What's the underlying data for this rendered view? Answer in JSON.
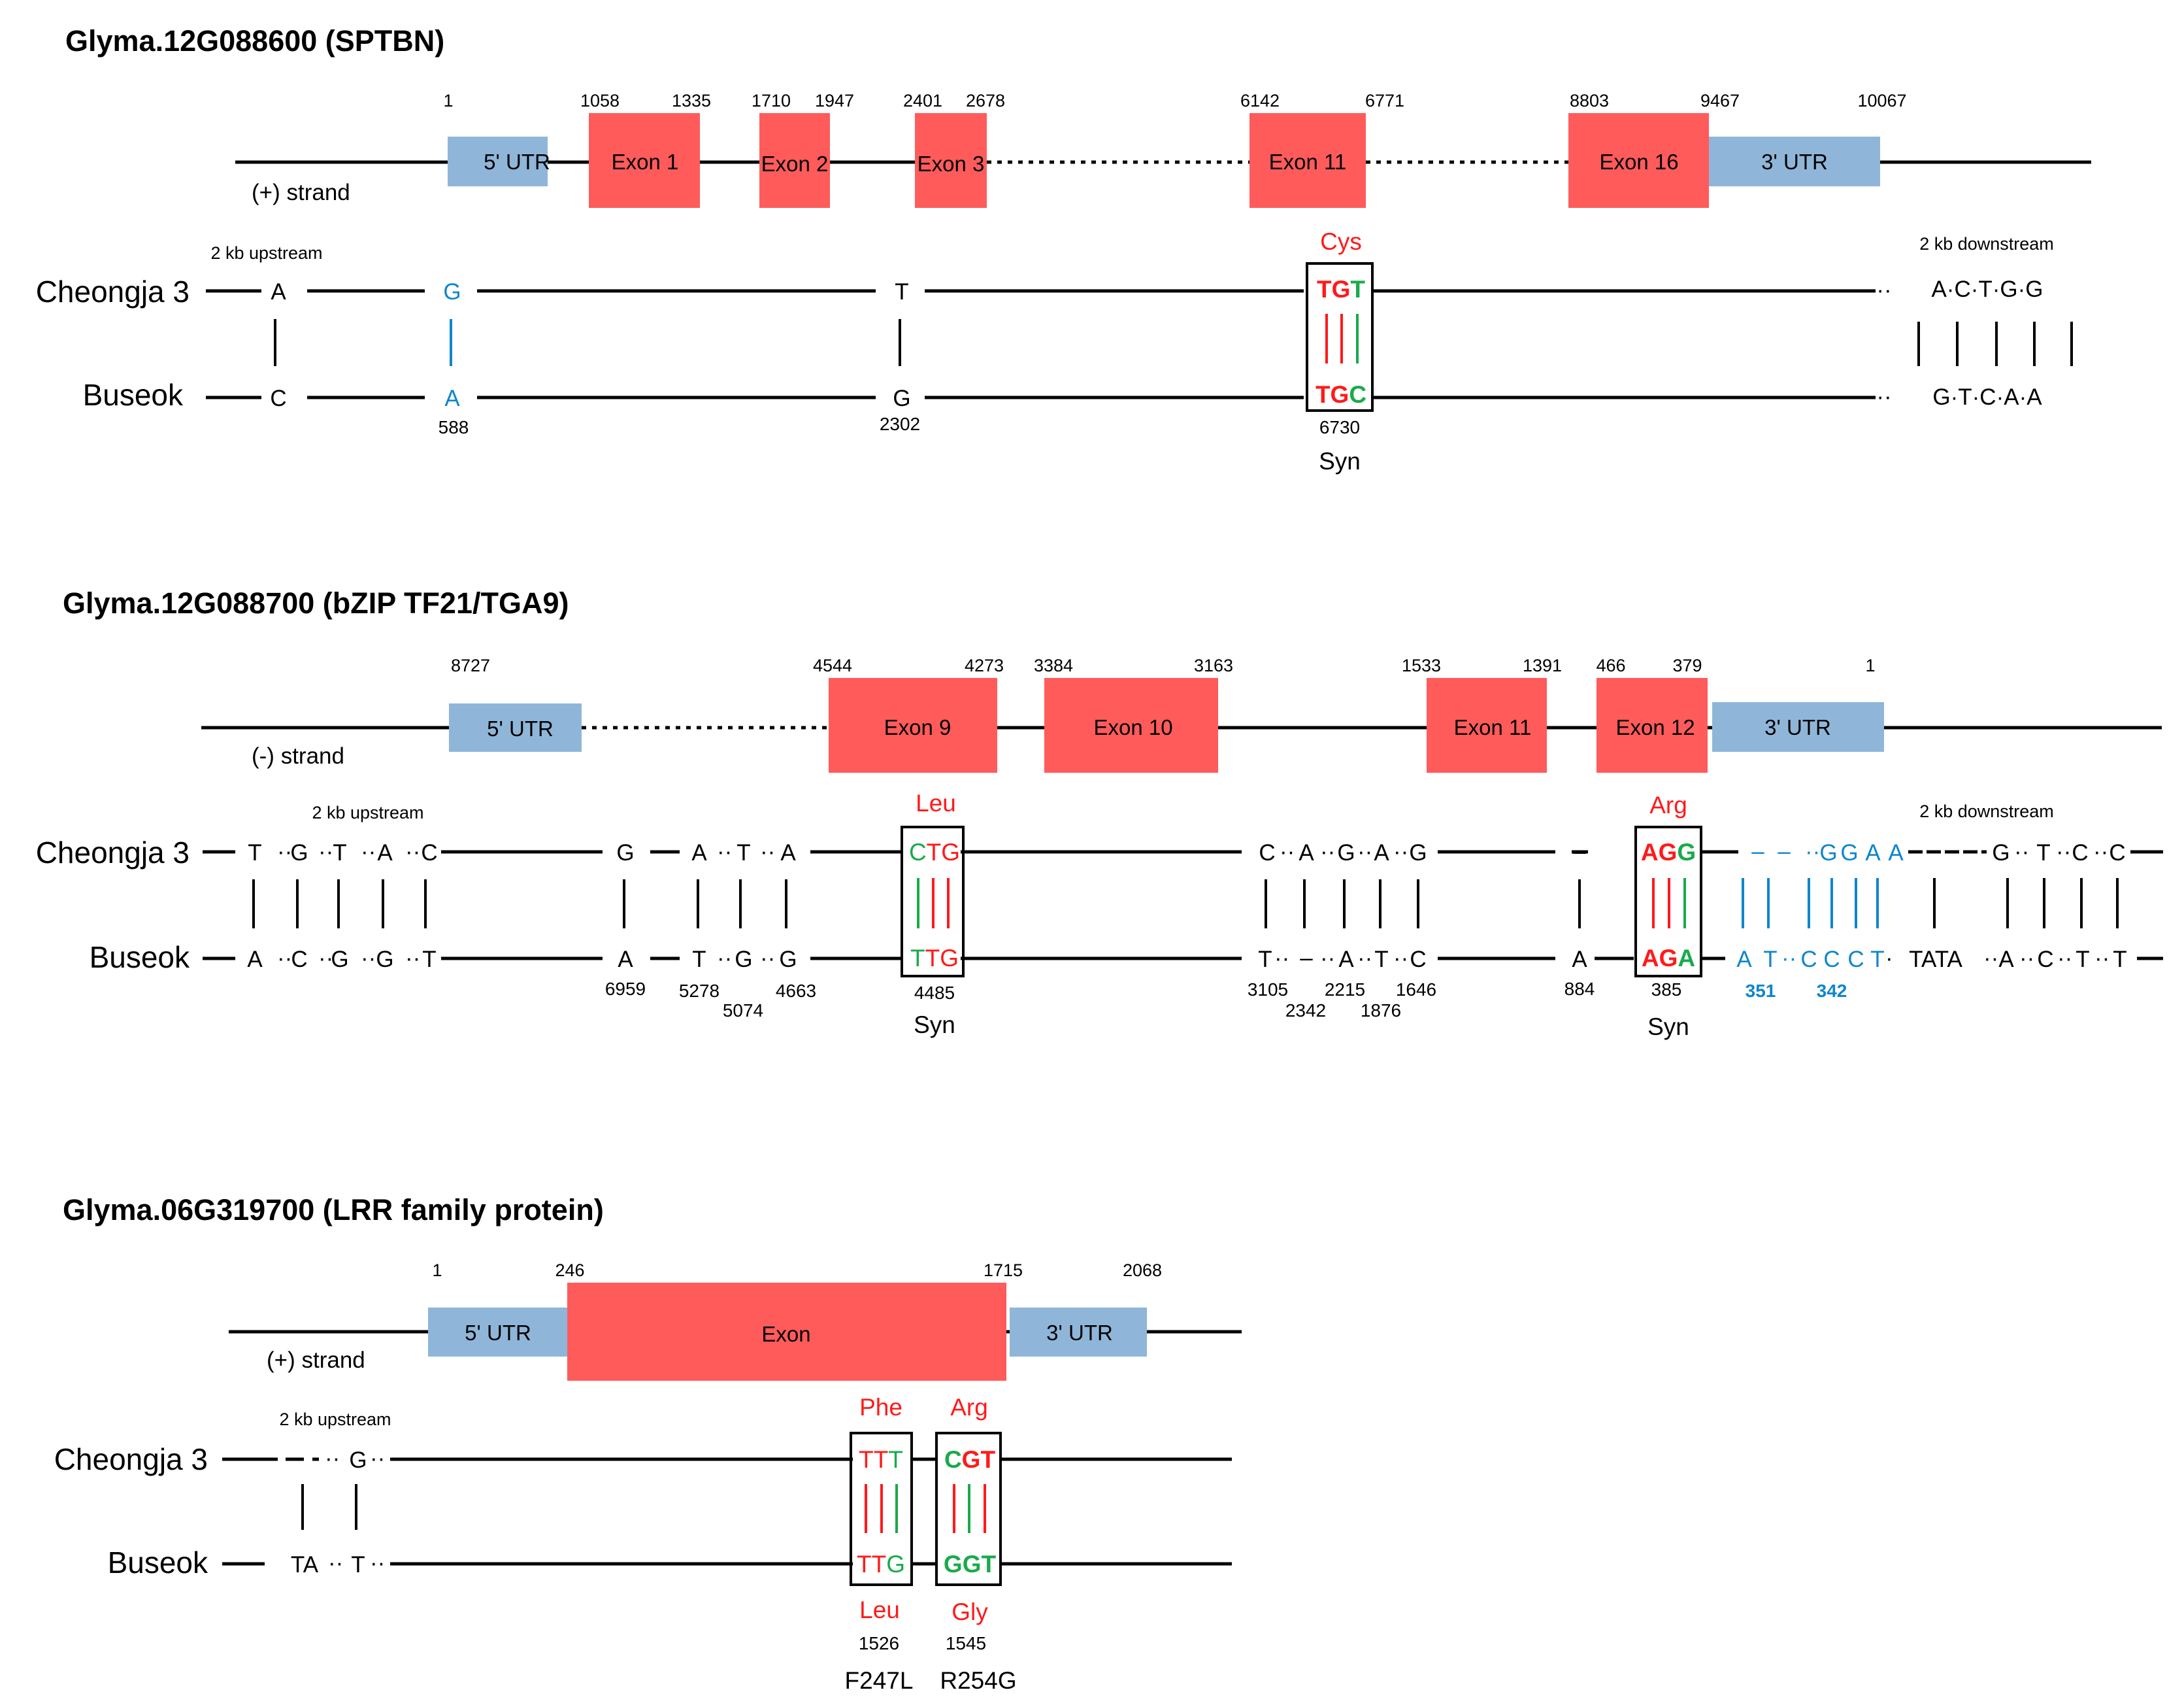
{
  "colors": {
    "exon": "#ff5b5b",
    "utr": "#8fb6d8",
    "red": "#ff1a1a",
    "green": "#1aaa4b",
    "blue": "#0f86cc",
    "black": "#000000"
  },
  "panels": [
    {
      "title": "Glyma.12G088600 (SPTBN)",
      "strand": "(+) strand",
      "upstream_label": "2 kb upstream",
      "downstream_label": "2 kb downstream",
      "positions": [
        "1",
        "1058",
        "1335",
        "1710",
        "1947",
        "2401",
        "2678",
        "6142",
        "6771",
        "8803",
        "9467",
        "10067"
      ],
      "features": [
        {
          "type": "utr",
          "label": "5' UTR"
        },
        {
          "type": "exon",
          "label": "Exon 1"
        },
        {
          "type": "exon",
          "label": "Exon 2"
        },
        {
          "type": "exon",
          "label": "Exon 3"
        },
        {
          "type": "exon",
          "label": "Exon 11"
        },
        {
          "type": "exon",
          "label": "Exon 16"
        },
        {
          "type": "utr",
          "label": "3' UTR"
        }
      ],
      "varieties": [
        "Cheongja 3",
        "Buseok"
      ],
      "variants": [
        {
          "top": "A",
          "bottom": "C",
          "pos": ""
        },
        {
          "top": "G",
          "bottom": "A",
          "pos": "588"
        },
        {
          "top": "T",
          "bottom": "G",
          "pos": "2302"
        },
        {
          "top": "A·C·T·G·G",
          "bottom": "G·T·C·A·A",
          "pos": ""
        }
      ],
      "codons": [
        {
          "aa_top": "Cys",
          "top": [
            "T",
            "G",
            "T"
          ],
          "bottom": [
            "T",
            "G",
            "C"
          ],
          "pos": "6730",
          "effect": "Syn"
        }
      ]
    },
    {
      "title": "Glyma.12G088700 (bZIP TF21/TGA9)",
      "strand": "(-) strand",
      "upstream_label": "2 kb upstream",
      "downstream_label": "2 kb downstream",
      "positions": [
        "8727",
        "4544",
        "4273",
        "3384",
        "3163",
        "1533",
        "1391",
        "466",
        "379",
        "1"
      ],
      "features": [
        {
          "type": "utr",
          "label": "5' UTR"
        },
        {
          "type": "exon",
          "label": "Exon 9"
        },
        {
          "type": "exon",
          "label": "Exon 10"
        },
        {
          "type": "exon",
          "label": "Exon 11"
        },
        {
          "type": "exon",
          "label": "Exon 12"
        },
        {
          "type": "utr",
          "label": "3' UTR"
        }
      ],
      "varieties": [
        "Cheongja 3",
        "Buseok"
      ],
      "upstream_top": [
        "T",
        "G",
        "T",
        "A",
        "C"
      ],
      "upstream_bottom": [
        "A",
        "C",
        "G",
        "G",
        "T"
      ],
      "variants": [
        {
          "top": "G",
          "bottom": "A",
          "pos": "6959"
        },
        {
          "top": "A",
          "bottom": "T",
          "pos": "5278"
        },
        {
          "top": "T",
          "bottom": "G",
          "pos": "5074"
        },
        {
          "top": "A",
          "bottom": "G",
          "pos": "4663"
        },
        {
          "top": "C",
          "bottom": "T",
          "pos": "3105"
        },
        {
          "top": "A",
          "bottom": "–",
          "pos": "2342"
        },
        {
          "top": "G",
          "bottom": "A",
          "pos": "2215"
        },
        {
          "top": "A",
          "bottom": "T",
          "pos": "1876"
        },
        {
          "top": "G",
          "bottom": "C",
          "pos": "1646"
        },
        {
          "top": "–",
          "bottom": "A",
          "pos": "884"
        }
      ],
      "blue_top": [
        "–",
        "–",
        "G",
        "G",
        "A",
        "A"
      ],
      "blue_bottom": [
        "A",
        "T",
        "C",
        "C",
        "C",
        "T"
      ],
      "blue_pos": [
        "351",
        "342"
      ],
      "downstream_top": [
        "G",
        "T",
        "C",
        "C"
      ],
      "downstream_bottom": [
        "A",
        "C",
        "T",
        "T"
      ],
      "tata": "TATA",
      "codons": [
        {
          "aa_top": "Leu",
          "top": [
            "C",
            "T",
            "G"
          ],
          "bottom": [
            "T",
            "T",
            "G"
          ],
          "pos": "4485",
          "effect": "Syn"
        },
        {
          "aa_top": "Arg",
          "top": [
            "A",
            "G",
            "G"
          ],
          "bottom": [
            "A",
            "G",
            "A"
          ],
          "pos": "385",
          "effect": "Syn"
        }
      ]
    },
    {
      "title": "Glyma.06G319700 (LRR family protein)",
      "strand": "(+) strand",
      "upstream_label": "2 kb upstream",
      "positions": [
        "1",
        "246",
        "1715",
        "2068"
      ],
      "features": [
        {
          "type": "utr",
          "label": "5' UTR"
        },
        {
          "type": "exon",
          "label": "Exon"
        },
        {
          "type": "utr",
          "label": "3' UTR"
        }
      ],
      "varieties": [
        "Cheongja 3",
        "Buseok"
      ],
      "upstream_top": "G",
      "upstream_bottom": [
        "TA",
        "T"
      ],
      "codons": [
        {
          "aa_top": "Phe",
          "aa_bottom": "Leu",
          "top": [
            "T",
            "T",
            "T"
          ],
          "bottom": [
            "T",
            "T",
            "G"
          ],
          "pos": "1526",
          "effect": "F247L"
        },
        {
          "aa_top": "Arg",
          "aa_bottom": "Gly",
          "top": [
            "C",
            "G",
            "T"
          ],
          "bottom": [
            "G",
            "G",
            "T"
          ],
          "pos": "1545",
          "effect": "R254G"
        }
      ]
    }
  ]
}
